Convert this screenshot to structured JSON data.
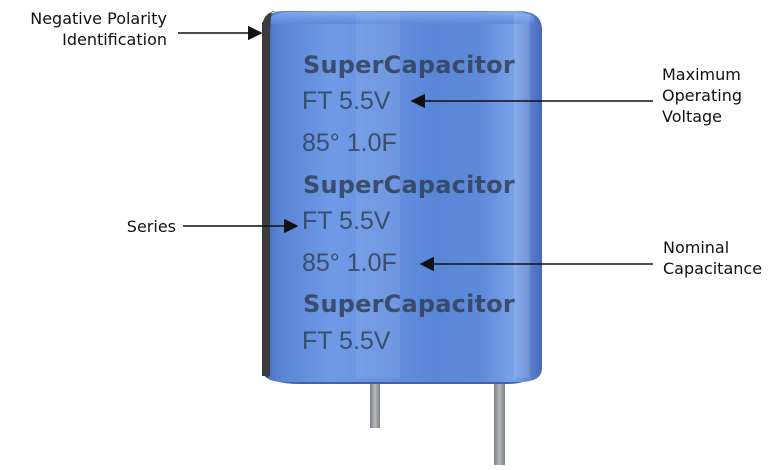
{
  "callouts": {
    "negative_polarity": "Negative Polarity\nIdentification",
    "series": "Series",
    "max_voltage": "Maximum\nOperating\nVoltage",
    "nominal_capacitance": "Nominal\nCapacitance"
  },
  "printed_text": [
    "SuperCapacitor",
    "FT 5.5V",
    "85° 1.0F",
    "SuperCapacitor",
    "FT 5.5V",
    "85° 1.0F",
    "SuperCapacitor",
    "FT 5.5V"
  ],
  "colors": {
    "body": "#5f8ad8",
    "body_dark": "#3f66b4",
    "stripe": "#3c3c3e",
    "lead": "#8f9296",
    "ink": "#2f3d52",
    "arrow": "#111111"
  }
}
